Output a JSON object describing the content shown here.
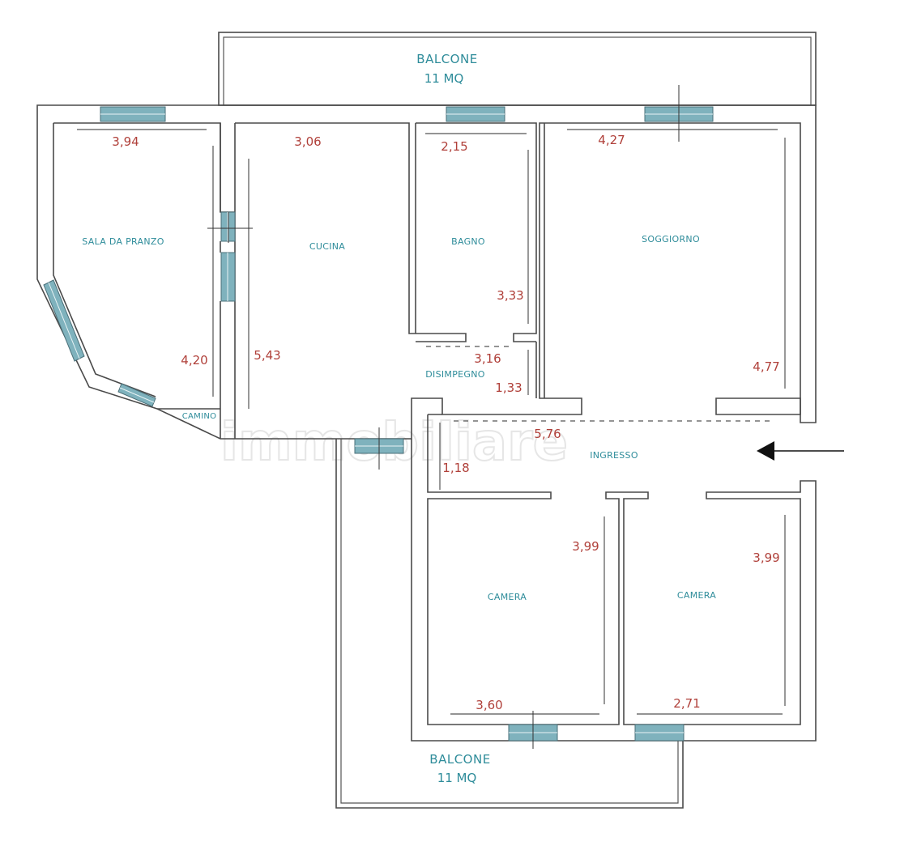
{
  "rooms": {
    "sala_da_pranzo": "SALA DA PRANZO",
    "cucina": "CUCINA",
    "bagno": "BAGNO",
    "soggiorno": "SOGGIORNO",
    "disimpegno": "DISIMPEGNO",
    "ingresso": "INGRESSO",
    "camino": "CAMINO",
    "camera_left": "CAMERA",
    "camera_right": "CAMERA"
  },
  "balconies": {
    "top": {
      "label": "BALCONE",
      "area": "11 MQ"
    },
    "bottom": {
      "label": "BALCONE",
      "area": "11 MQ"
    }
  },
  "dimensions": {
    "sala_width": "3,94",
    "sala_height": "4,20",
    "cucina_width": "3,06",
    "cucina_height": "5,43",
    "bagno_width": "2,15",
    "bagno_height": "3,33",
    "soggiorno_width": "4,27",
    "soggiorno_height": "4,77",
    "disimpegno_width": "3,16",
    "disimpegno_height": "1,33",
    "ingresso_width": "5,76",
    "ingresso_height": "1,18",
    "camera_left_height": "3,99",
    "camera_left_width": "3,60",
    "camera_right_height": "3,99",
    "camera_right_width": "2,71"
  },
  "watermark": "immobiliare",
  "colors": {
    "room_label": "#2e8c9a",
    "dimension": "#b0403a",
    "window": "#7fb2bd",
    "wall": "#4a4a4a"
  },
  "icons": {
    "entrance": "arrow-left-icon"
  }
}
